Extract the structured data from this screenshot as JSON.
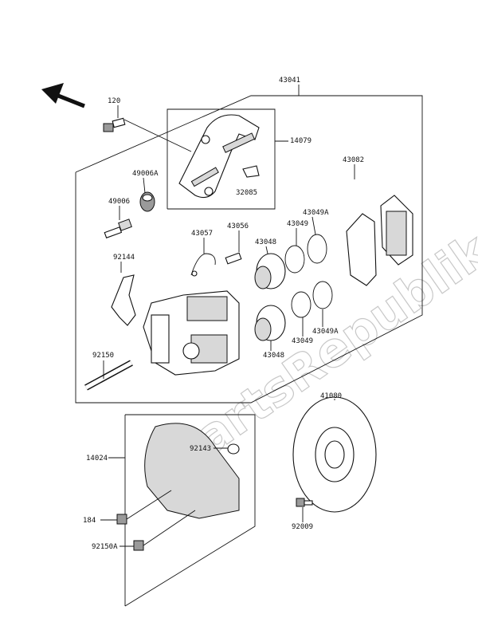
{
  "watermark": "PartsRepublik",
  "parts": [
    {
      "id": "p43041",
      "label": "43041"
    },
    {
      "id": "p120",
      "label": "120"
    },
    {
      "id": "p14079",
      "label": "14079"
    },
    {
      "id": "p32085",
      "label": "32085"
    },
    {
      "id": "p49006A",
      "label": "49006A"
    },
    {
      "id": "p49006",
      "label": "49006"
    },
    {
      "id": "p43082",
      "label": "43082"
    },
    {
      "id": "p43057",
      "label": "43057"
    },
    {
      "id": "p43056",
      "label": "43056"
    },
    {
      "id": "p43048a",
      "label": "43048"
    },
    {
      "id": "p43049a",
      "label": "43049"
    },
    {
      "id": "p43049Aa",
      "label": "43049A"
    },
    {
      "id": "p92144",
      "label": "92144"
    },
    {
      "id": "p43049Ab",
      "label": "43049A"
    },
    {
      "id": "p43049b",
      "label": "43049"
    },
    {
      "id": "p43048b",
      "label": "43048"
    },
    {
      "id": "p92150",
      "label": "92150"
    },
    {
      "id": "p41080",
      "label": "41080"
    },
    {
      "id": "p14024",
      "label": "14024"
    },
    {
      "id": "p92143",
      "label": "92143"
    },
    {
      "id": "p184",
      "label": "184"
    },
    {
      "id": "p92150A",
      "label": "92150A"
    },
    {
      "id": "p92009",
      "label": "92009"
    }
  ]
}
